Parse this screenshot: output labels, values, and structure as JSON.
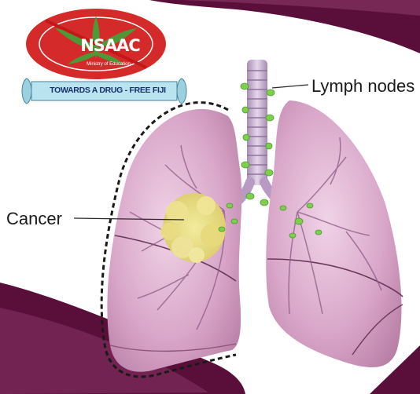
{
  "labels": {
    "lymph_nodes": "Lymph nodes",
    "cancer": "Cancer"
  },
  "logo": {
    "title": "NSAAC",
    "ministry": "Ministry of Education",
    "banner": "TOWARDS A DRUG - FREE FIJI"
  },
  "colors": {
    "maroon": "#5a0f3a",
    "lung_pink": "#d9a7c9",
    "tumor": "#e8dc8c",
    "lymph_green": "#7fcf4f",
    "logo_red": "#d42a2a",
    "banner_blue": "#b9e3ee"
  }
}
